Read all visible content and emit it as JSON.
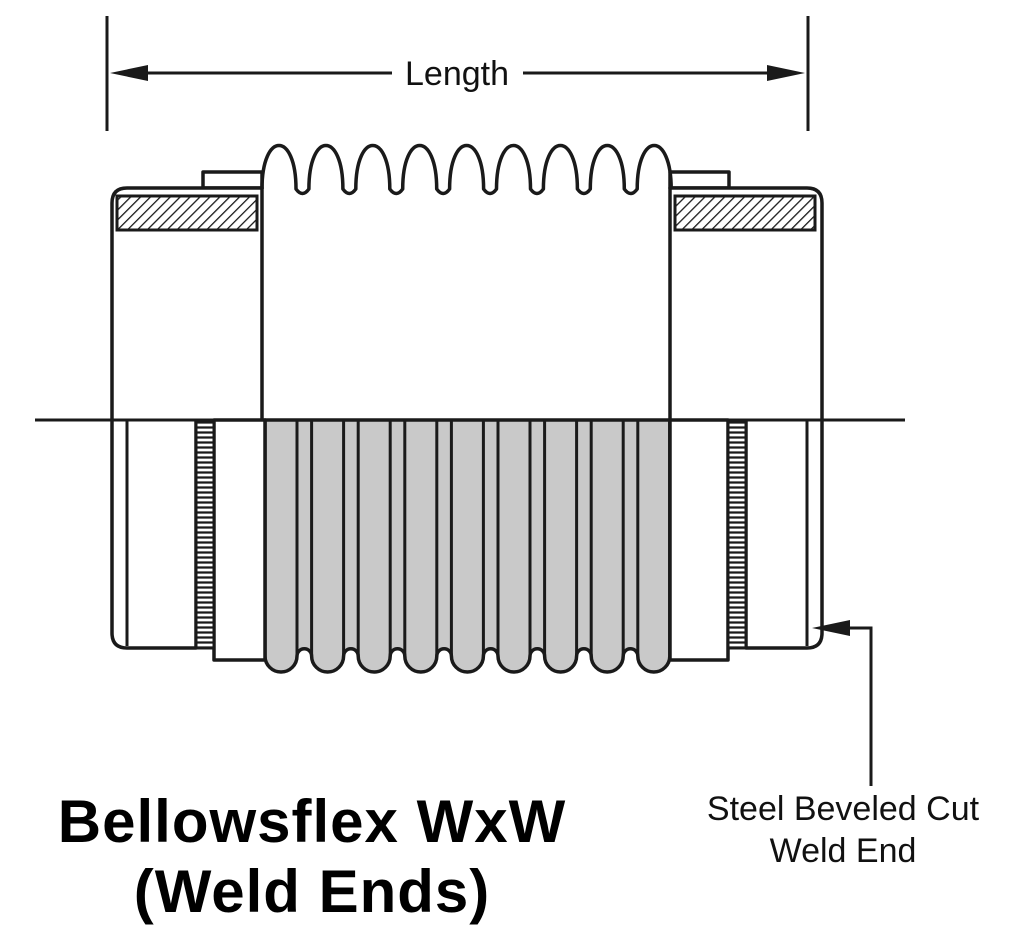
{
  "diagram": {
    "type": "technical-line-drawing",
    "dimension_label": "Length",
    "title_line1": "Bellowsflex WxW",
    "title_line2": "(Weld Ends)",
    "callout_line1": "Steel Beveled Cut",
    "callout_line2": "Weld End",
    "features": {
      "bellows_convolutions_visible": 9,
      "weld_ends": 2,
      "callout_points_to": "right weld end"
    },
    "colors": {
      "line": "#1a1a1a",
      "bellows_fill": "#c9c9c9",
      "background": "#ffffff",
      "text": "#000000"
    }
  }
}
